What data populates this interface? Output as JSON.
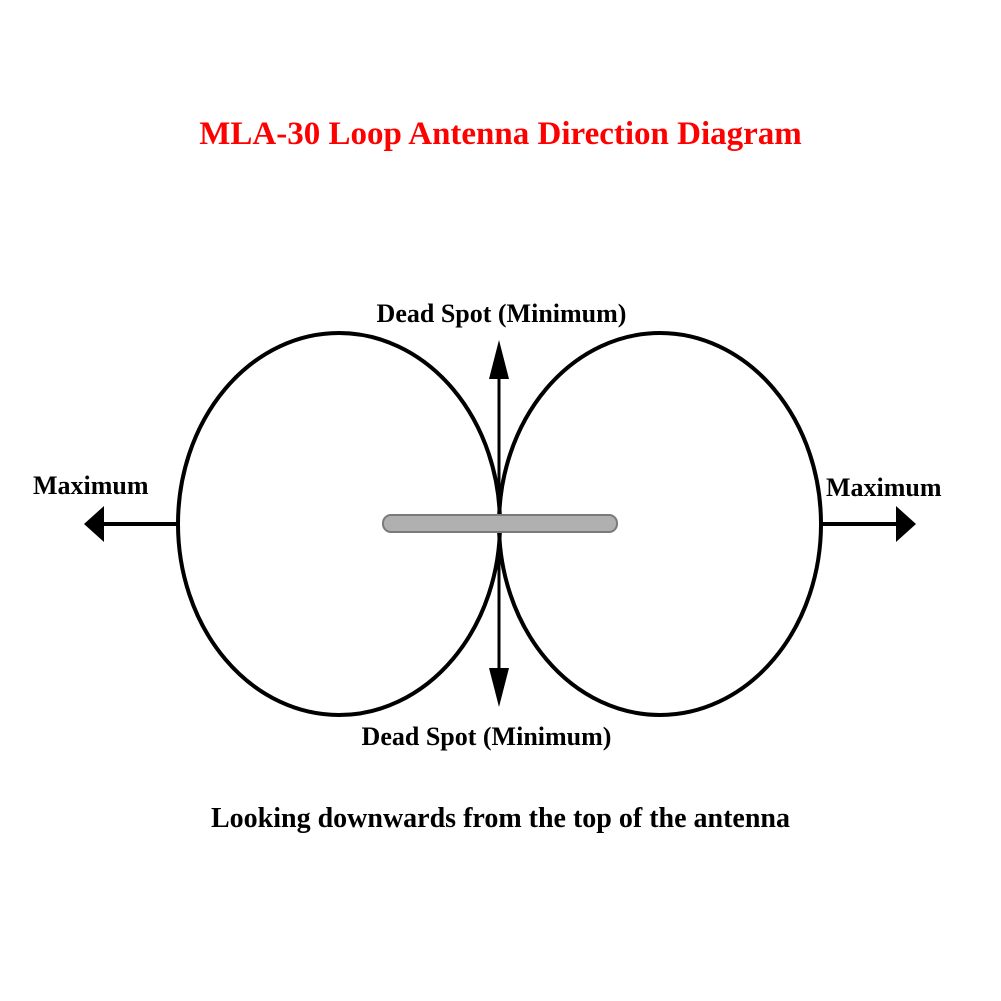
{
  "title": "MLA-30 Loop Antenna Direction Diagram",
  "labels": {
    "top": "Dead Spot (Minimum)",
    "bottom": "Dead Spot (Minimum)",
    "left": "Maximum",
    "right": "Maximum"
  },
  "caption": "Looking downwards from the top of the antenna",
  "colors": {
    "title": "#ff0000",
    "lines": "#000000",
    "antenna_fill": "#b0b0b0",
    "antenna_stroke": "#7a7a7a"
  }
}
